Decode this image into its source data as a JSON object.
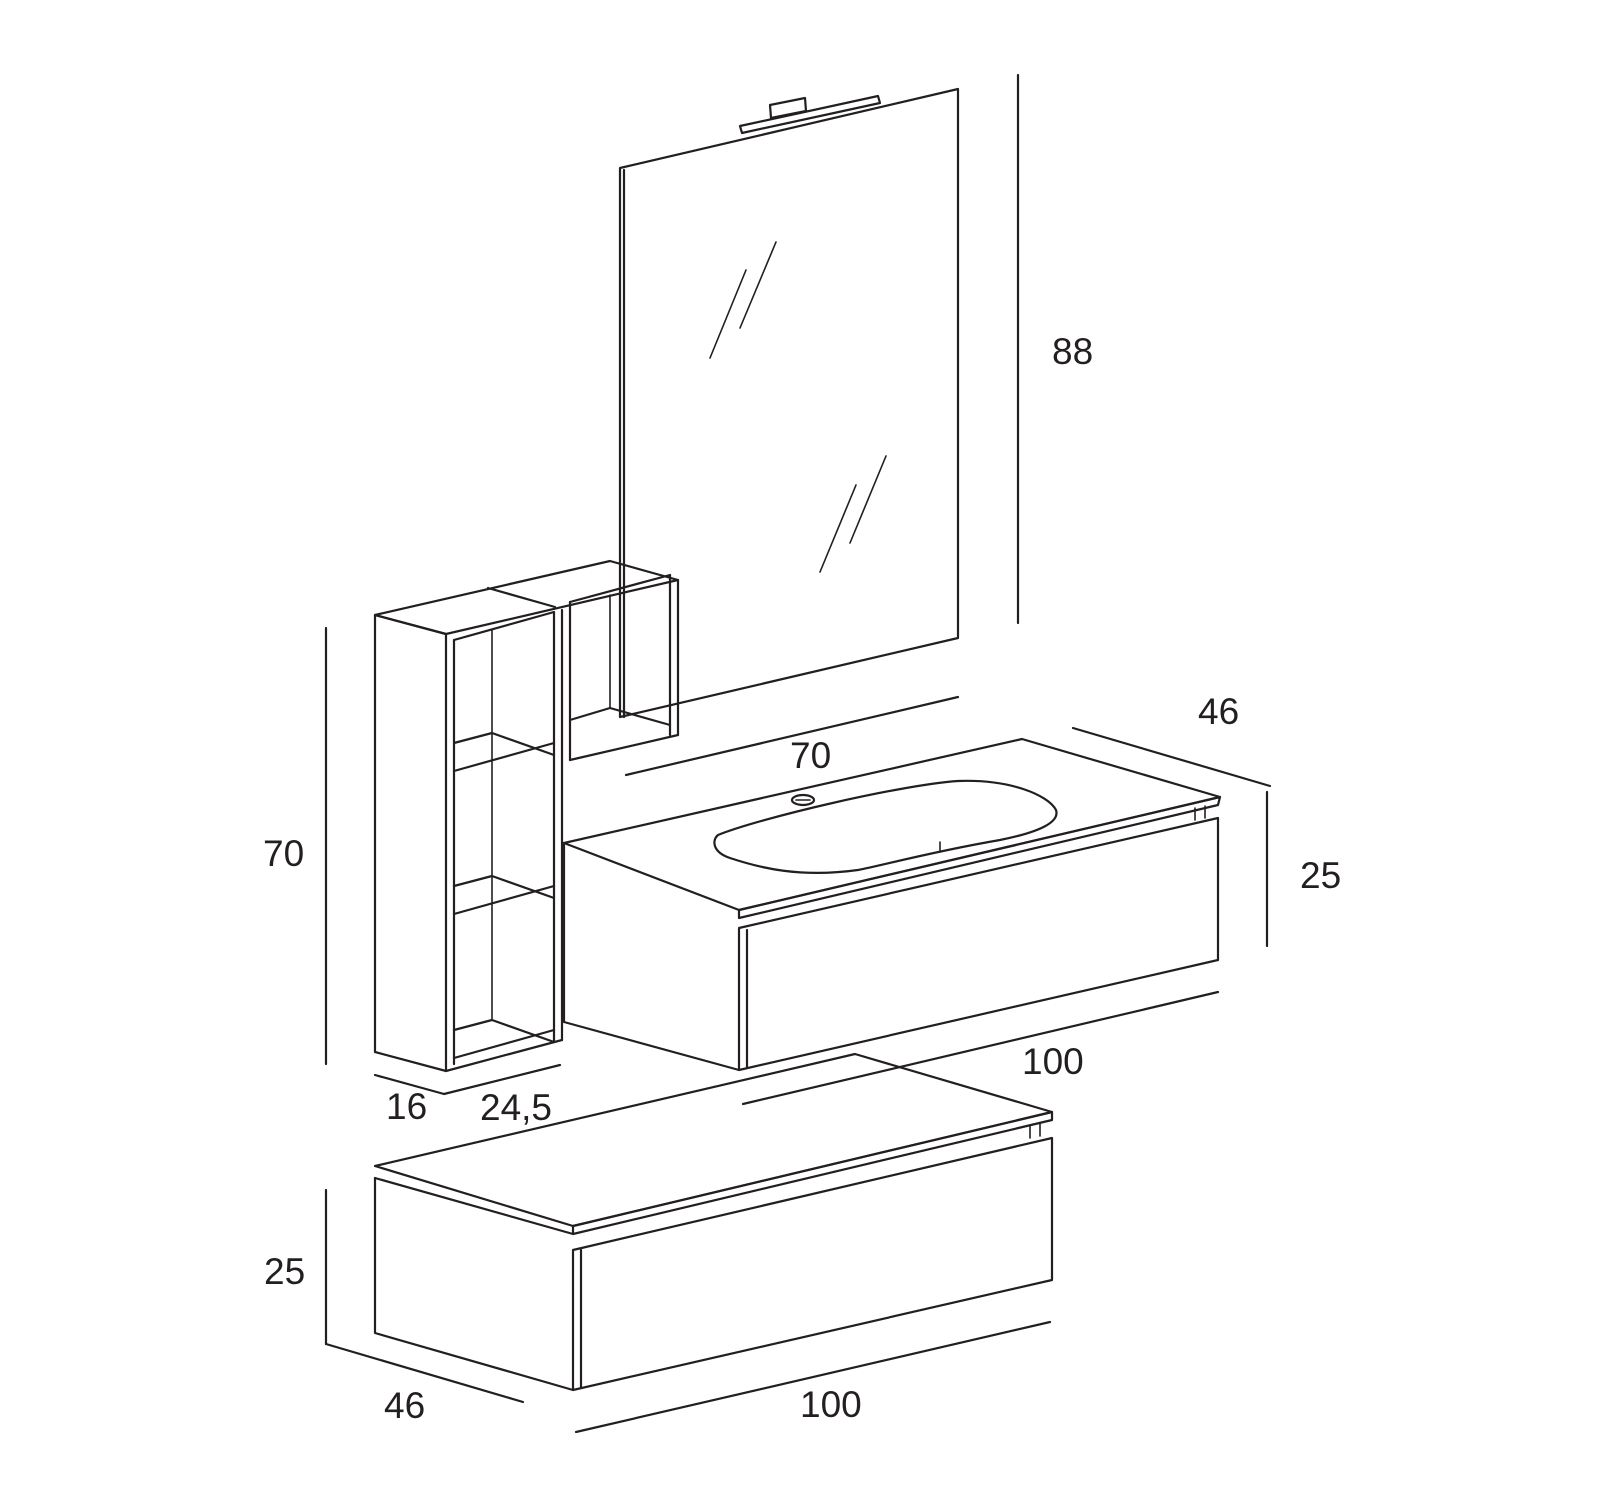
{
  "colors": {
    "line": "#231f20",
    "background": "#ffffff"
  },
  "dimensions": {
    "mirror_height": "88",
    "mirror_width": "70",
    "top_cabinet_depth": "46",
    "top_cabinet_height": "25",
    "top_cabinet_width": "100",
    "column_height": "70",
    "column_depth": "16",
    "column_width": "24,5",
    "bottom_cabinet_height": "25",
    "bottom_cabinet_depth": "46",
    "bottom_cabinet_width": "100"
  }
}
